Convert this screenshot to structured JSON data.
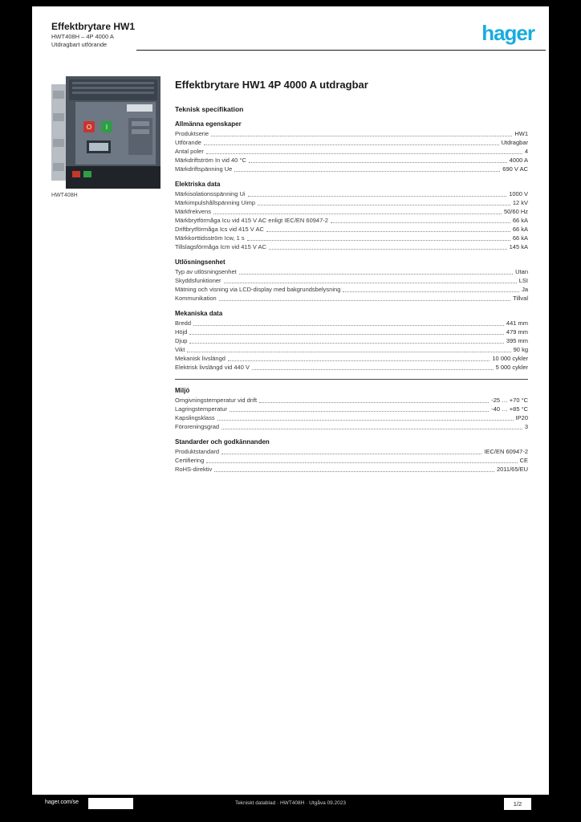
{
  "colors": {
    "brand": "#18ace0",
    "button_red": "#c9352b",
    "button_green": "#2f9e44"
  },
  "header": {
    "line1": "Effektbrytare HW1",
    "line2": "HWT408H – 4P 4000 A",
    "line3": "Utdragbart utförande",
    "logo": "hager"
  },
  "product": {
    "caption": "HWT408H"
  },
  "main": {
    "title": "Effektbrytare HW1 4P 4000 A utdragbar",
    "section_label": "Teknisk specifikation",
    "sections": [
      {
        "title": "Allmänna egenskaper",
        "rows": [
          {
            "label": "Produktserie",
            "value": "HW1"
          },
          {
            "label": "Utförande",
            "value": "Utdragbar"
          },
          {
            "label": "Antal poler",
            "value": "4"
          },
          {
            "label": "Märkdriftström In vid 40 °C",
            "value": "4000 A"
          },
          {
            "label": "Märkdriftspänning Ue",
            "value": "690 V AC"
          }
        ]
      },
      {
        "title": "Elektriska data",
        "rows": [
          {
            "label": "Märkisolationsspänning Ui",
            "value": "1000 V"
          },
          {
            "label": "Märkimpulshållspänning Uimp",
            "value": "12 kV"
          },
          {
            "label": "Märkfrekvens",
            "value": "50/60 Hz"
          },
          {
            "label": "Märkbrytförmåga Icu vid 415 V AC enligt IEC/EN 60947-2",
            "value": "66 kA"
          },
          {
            "label": "Driftbrytförmåga Ics vid 415 V AC",
            "value": "66 kA"
          },
          {
            "label": "Märkkorttidsström Icw, 1 s",
            "value": "66 kA"
          },
          {
            "label": "Tillslagsförmåga Icm vid 415 V AC",
            "value": "145 kA"
          }
        ]
      },
      {
        "title": "Utlösningsenhet",
        "rows": [
          {
            "label": "Typ av utlösningsenhet",
            "value": "Utan"
          },
          {
            "label": "Skyddsfunktioner",
            "value": "LSI"
          },
          {
            "label": "Mätning och visning via LCD-display med bakgrundsbelysning",
            "value": "Ja"
          },
          {
            "label": "Kommunikation",
            "value": "Tillval"
          }
        ]
      },
      {
        "title": "Mekaniska data",
        "divider_after": true,
        "rows": [
          {
            "label": "Bredd",
            "value": "441 mm"
          },
          {
            "label": "Höjd",
            "value": "479 mm"
          },
          {
            "label": "Djup",
            "value": "395 mm"
          },
          {
            "label": "Vikt",
            "value": "90 kg"
          },
          {
            "label": "Mekanisk livslängd",
            "value": "10 000 cykler"
          },
          {
            "label": "Elektrisk livslängd vid 440 V",
            "value": "5 000 cykler"
          }
        ]
      },
      {
        "title": "Miljö",
        "rows": [
          {
            "label": "Omgivningstemperatur vid drift",
            "value": "-25 … +70 °C"
          },
          {
            "label": "Lagringstemperatur",
            "value": "-40 … +85 °C"
          },
          {
            "label": "Kapslingsklass",
            "value": "IP20"
          },
          {
            "label": "Föroreningsgrad",
            "value": "3"
          }
        ]
      },
      {
        "title": "Standarder och godkännanden",
        "rows": [
          {
            "label": "Produktstandard",
            "value": "IEC/EN 60947-2"
          },
          {
            "label": "Certifiering",
            "value": "CE"
          },
          {
            "label": "RoHS-direktiv",
            "value": "2011/65/EU"
          }
        ]
      }
    ]
  },
  "footer": {
    "site": "hager.com/se",
    "center": "Tekniskt datablad · HWT408H · Utgåva 09.2023",
    "page": "1/2"
  }
}
